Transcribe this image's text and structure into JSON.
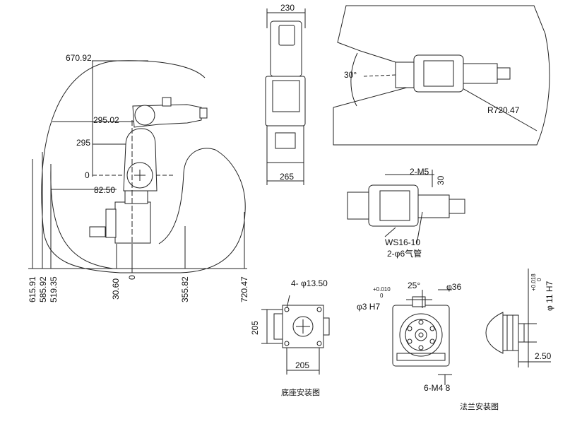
{
  "side_view": {
    "reach_top": "670.92",
    "shoulder_height": "295.02",
    "shoulder_offset": "295",
    "zero": "0",
    "base_height": "82.50",
    "x_dims": [
      "615.91",
      "585.92",
      "519.35",
      "30.60",
      "0",
      "355.82",
      "720.47"
    ]
  },
  "top_view": {
    "width": "230",
    "depth": "265"
  },
  "range_view": {
    "angle": "30°",
    "radius": "R720.47"
  },
  "wrist_view": {
    "thread": "2-M5",
    "dim": "30",
    "cable_conn": "WS16-10",
    "air_tube": "2-φ6气管"
  },
  "base_mount": {
    "holes": "4- φ13.50",
    "size_v": "205",
    "size_h": "205",
    "caption": "底座安装图"
  },
  "flange_mount": {
    "tol_upper": "+0.010",
    "tol_lower": "0",
    "pin": "φ3 H7",
    "angle": "25°",
    "pcd": "φ36",
    "screws": "6-M4 8",
    "caption": "法兰安装图"
  },
  "flange_side": {
    "tol_upper": "+0.018",
    "tol_lower": "0",
    "bore": "φ 11 H7",
    "depth": "2.50"
  }
}
